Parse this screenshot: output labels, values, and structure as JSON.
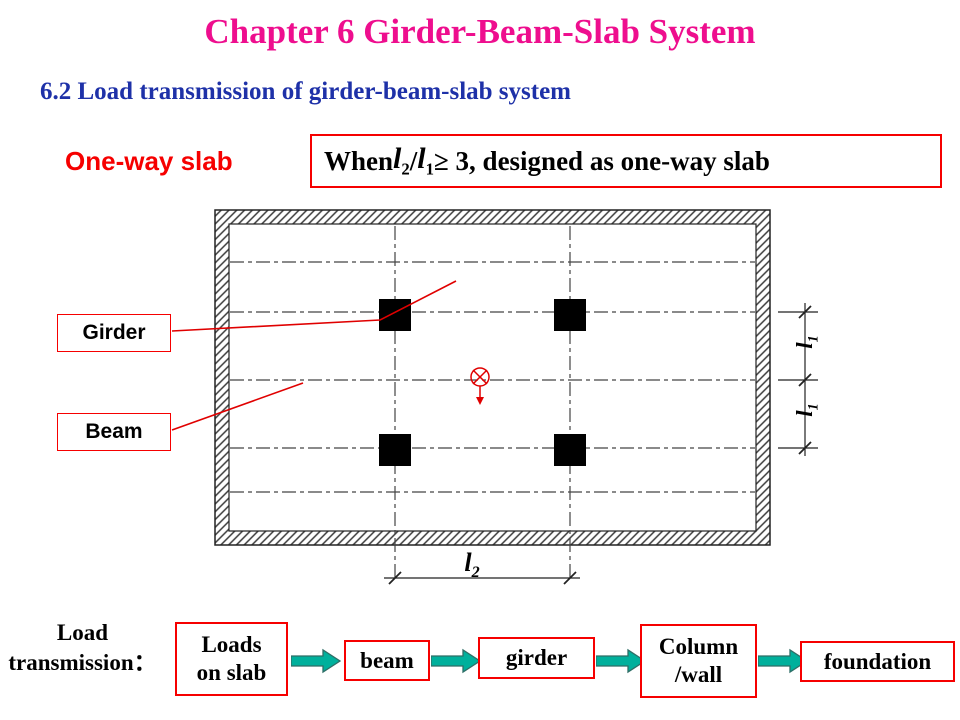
{
  "title": "Chapter 6 Girder-Beam-Slab System",
  "subtitle": "6.2 Load transmission of girder-beam-slab system",
  "one_way_label": "One-way slab",
  "condition": {
    "when": "When ",
    "l": "l",
    "sub2": "2",
    "slash": " / ",
    "sub1": "1",
    "tail": " ≥ 3, designed as one-way slab"
  },
  "plan": {
    "girder_label": "Girder",
    "beam_label": "Beam",
    "dims": {
      "l": "l",
      "sub1": "1",
      "sub2": "2"
    }
  },
  "flow": {
    "caption_line1": "Load",
    "caption_line2": "transmission：",
    "steps": [
      "Loads\non slab",
      "beam",
      "girder",
      "Column\n/wall",
      "foundation"
    ]
  },
  "colors": {
    "title": "#ee0e8e",
    "subtitle": "#1e31a8",
    "accent_red": "#f60000",
    "arrow_fill": "#00b09c",
    "arrow_stroke": "#2f6e66"
  }
}
